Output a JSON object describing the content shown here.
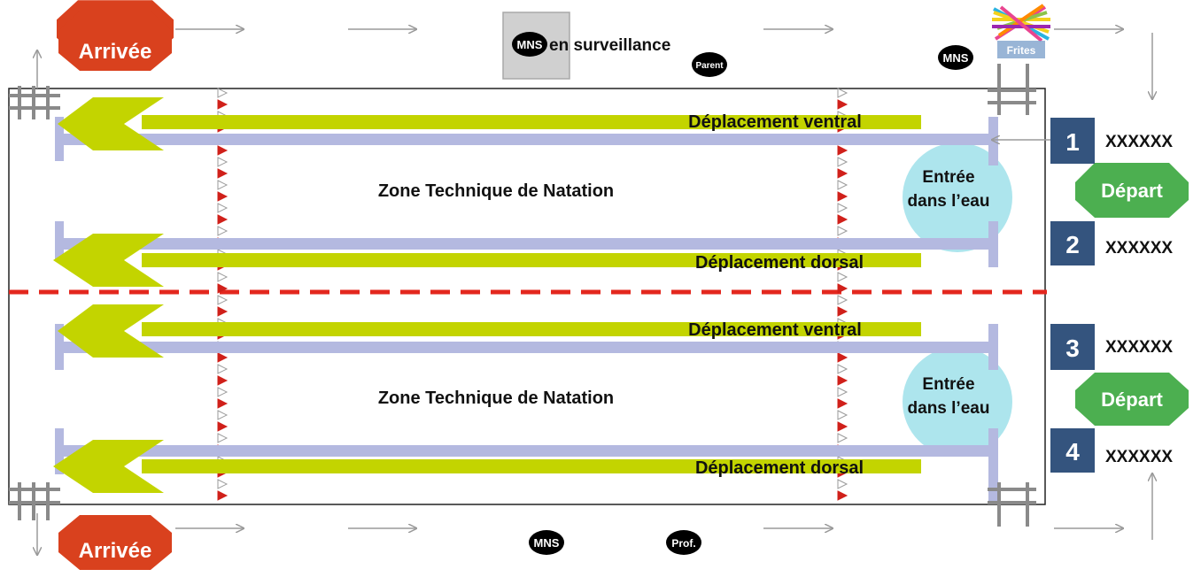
{
  "labels": {
    "arrivee": "Arrivée",
    "depart": "Départ",
    "mns": "MNS",
    "en_surveillance": "en surveillance",
    "parent": "Parent",
    "prof": "Prof.",
    "frites": "Frites",
    "zone": "Zone Technique de Natation",
    "entree_line1": "Entrée",
    "entree_line2": "dans l’eau",
    "ventral": "Déplacement ventral",
    "dorsal": "Déplacement dorsal"
  },
  "lanes": [
    {
      "number": "1",
      "name": "XXXXXX"
    },
    {
      "number": "2",
      "name": "XXXXXX"
    },
    {
      "number": "3",
      "name": "XXXXXX"
    },
    {
      "number": "4",
      "name": "XXXXXX"
    }
  ],
  "colors": {
    "arrivee": "#d9411e",
    "depart": "#4caf50",
    "lane_box": "#34547e",
    "green_arrow": "#c3d400",
    "lavender_arrow": "#b4b9e0",
    "entry_circle": "#9fe0ea",
    "separator": "#e3271e",
    "gray_arrow": "#9a9a9a"
  }
}
